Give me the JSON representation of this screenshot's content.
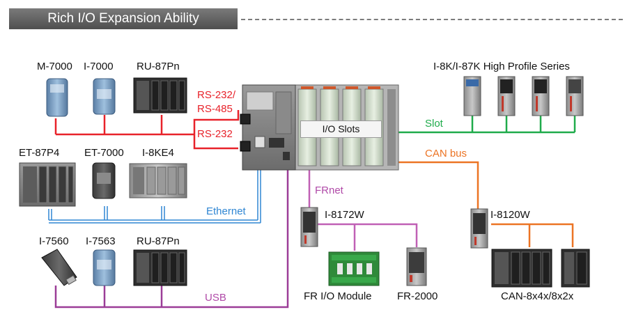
{
  "title": "Rich I/O Expansion Ability",
  "colors": {
    "rs": "#e8222a",
    "ethernet": "#2f86d3",
    "usb": "#9b3d97",
    "slot": "#1fab4b",
    "canbus": "#ec7424",
    "frnet": "#c060b5"
  },
  "devices": {
    "m7000": "M-7000",
    "i7000": "I-7000",
    "ru87pn_top": "RU-87Pn",
    "et87p4": "ET-87P4",
    "et7000": "ET-7000",
    "i8ke4": "I-8KE4",
    "i7560": "I-7560",
    "i7563": "I-7563",
    "ru87pn_bottom": "RU-87Pn",
    "high_profile": "I-8K/I-87K High Profile Series",
    "i8172w": "I-8172W",
    "i8120w": "I-8120W",
    "fr_io_module": "FR I/O Module",
    "fr2000": "FR-2000",
    "can8x": "CAN-8x4x/8x2x"
  },
  "connections": {
    "rs232_485_line1": "RS-232/",
    "rs232_485_line2": "RS-485",
    "rs232": "RS-232",
    "ethernet": "Ethernet",
    "usb": "USB",
    "slot": "Slot",
    "can_bus": "CAN bus",
    "frnet": "FRnet",
    "io_slots": "I/O Slots"
  }
}
